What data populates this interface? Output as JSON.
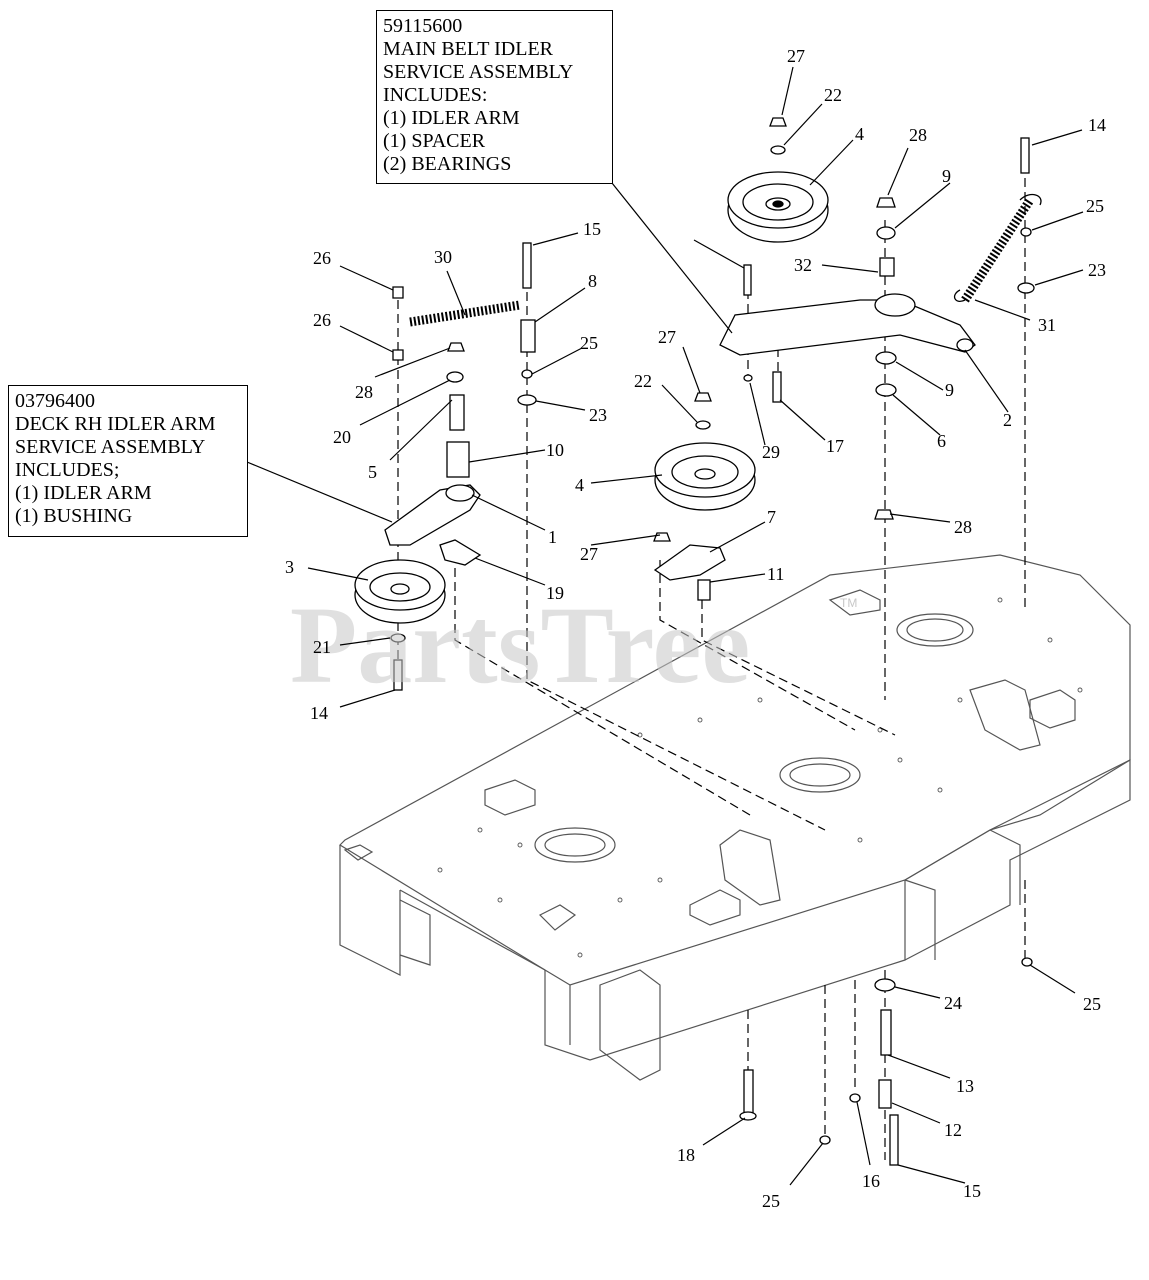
{
  "watermark": {
    "text": "PartsTree",
    "mark": "TM"
  },
  "callouts": [
    {
      "part_number": "59115600",
      "lines": [
        "MAIN BELT IDLER",
        "SERVICE ASSEMBLY",
        "INCLUDES:",
        "(1) IDLER ARM",
        "(1) SPACER",
        "(2) BEARINGS"
      ]
    },
    {
      "part_number": "03796400",
      "lines": [
        "DECK RH IDLER ARM",
        "SERVICE ASSEMBLY",
        "INCLUDES;",
        "(1) IDLER ARM",
        "(1)  BUSHING"
      ]
    }
  ],
  "part_labels": [
    "27",
    "22",
    "4",
    "28",
    "9",
    "14",
    "25",
    "23",
    "32",
    "31",
    "2",
    "9",
    "6",
    "17",
    "29",
    "27",
    "22",
    "4",
    "15",
    "8",
    "25",
    "23",
    "26",
    "30",
    "26",
    "28",
    "20",
    "5",
    "10",
    "1",
    "19",
    "3",
    "21",
    "14",
    "7",
    "11",
    "27",
    "28",
    "25",
    "24",
    "13",
    "12",
    "15",
    "16",
    "25",
    "18"
  ]
}
